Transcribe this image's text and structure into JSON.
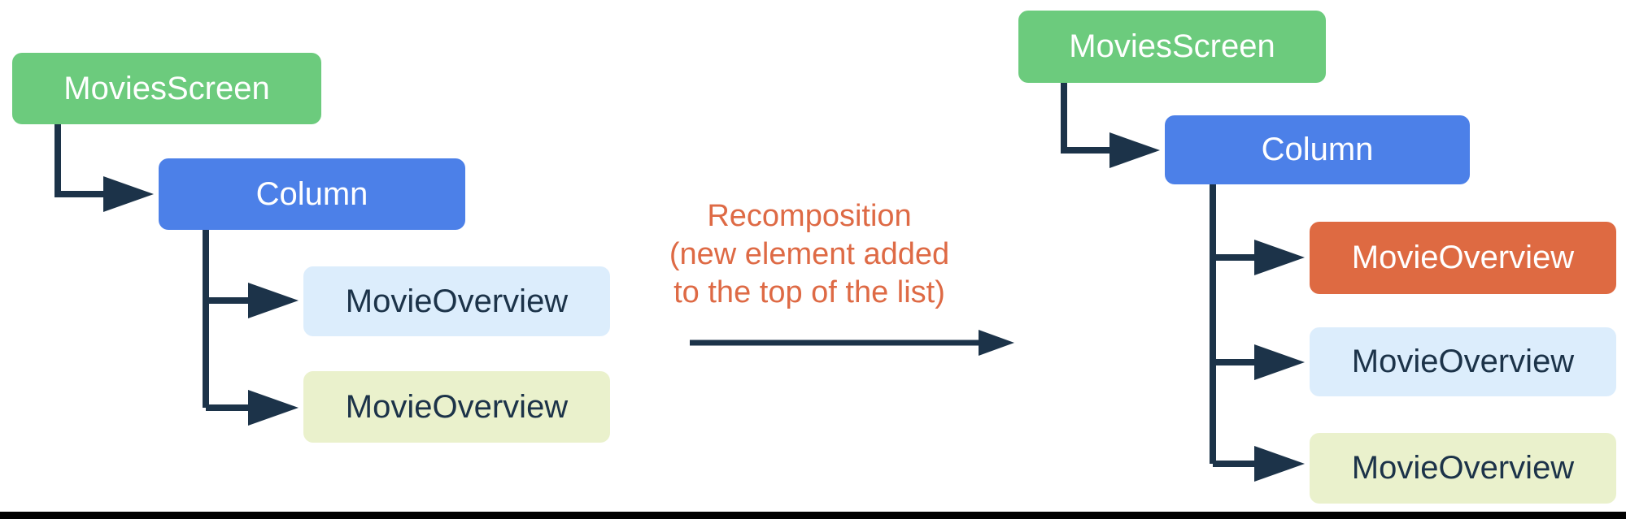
{
  "colors": {
    "green": "#6CCB7D",
    "blue": "#4C80E8",
    "orange": "#DE6A42",
    "light_blue": "#DCEDFC",
    "light_yellow": "#EAF1CC",
    "navy": "#1C3349",
    "annotation_orange": "#DE6A45",
    "bottom_bar": "#000000"
  },
  "left_tree": {
    "root_label": "MoviesScreen",
    "column_label": "Column",
    "children": [
      "MovieOverview",
      "MovieOverview"
    ]
  },
  "right_tree": {
    "root_label": "MoviesScreen",
    "column_label": "Column",
    "children": [
      "MovieOverview",
      "MovieOverview",
      "MovieOverview"
    ]
  },
  "annotation": {
    "line1": "Recomposition",
    "line2": "(new element added",
    "line3": "to the top of the list)"
  }
}
